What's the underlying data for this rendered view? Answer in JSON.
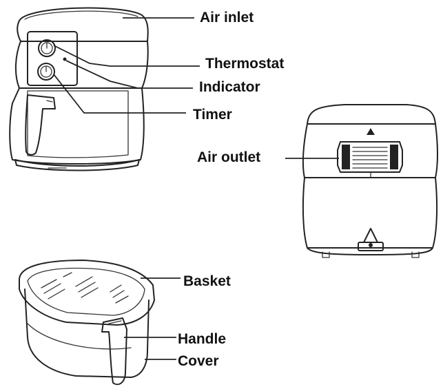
{
  "labels": {
    "air_inlet": "Air inlet",
    "thermostat": "Thermostat",
    "indicator": "Indicator",
    "timer": "Timer",
    "air_outlet": "Air outlet",
    "basket": "Basket",
    "handle": "Handle",
    "cover": "Cover"
  },
  "colors": {
    "line": "#222222",
    "background": "#ffffff"
  }
}
